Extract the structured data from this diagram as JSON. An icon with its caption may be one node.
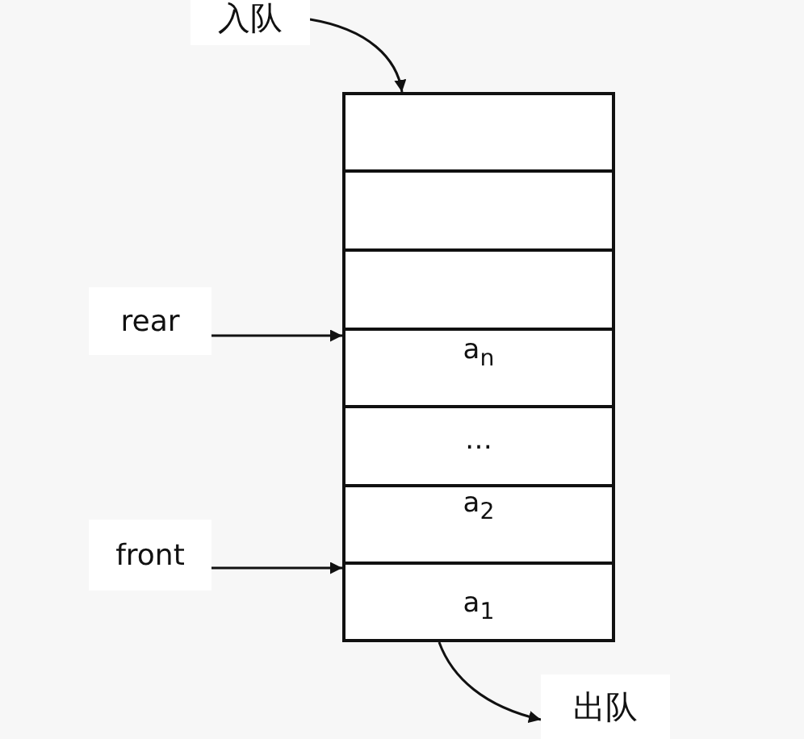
{
  "diagram": {
    "nodes": [
      {
        "text": [
          "入队"
        ]
      },
      {
        "text": [],
        "shape": "box"
      },
      {
        "text": [],
        "shape": "box"
      },
      {
        "text": [],
        "shape": "box"
      },
      {
        "text": [
          "a$_{n}$"
        ]
      },
      {
        "text": [
          "…"
        ]
      },
      {
        "text": [
          "a$_{2}$"
        ]
      },
      {
        "text": [
          "a$_{1}$"
        ]
      },
      {
        "text": [
          "rear"
        ]
      },
      {
        "text": [
          "front"
        ]
      },
      {
        "text": [
          "出队"
        ]
      }
    ],
    "edges": [
      {
        "from": 0,
        "to": 1,
        "arrow": "to"
      },
      {
        "from": 8,
        "to": 4,
        "arrow": "to"
      },
      {
        "from": 9,
        "to": 7,
        "arrow": "to"
      },
      {
        "from": 7,
        "to": 10,
        "arrow": "to"
      }
    ]
  }
}
